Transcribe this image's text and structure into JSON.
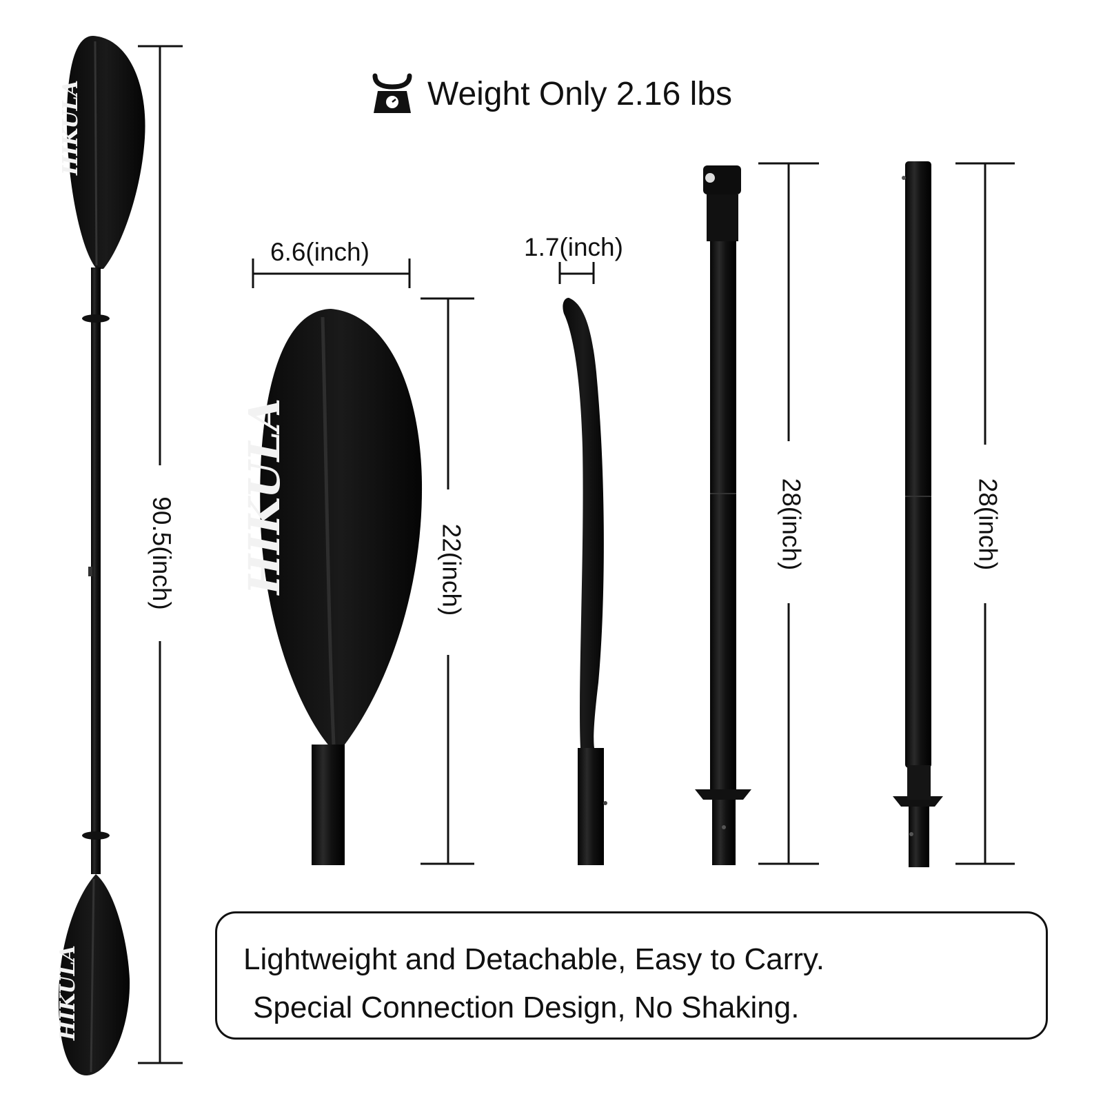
{
  "brand": "HIKULA",
  "weight_text": "Weight Only 2.16 lbs",
  "icons": {
    "weight": "scale-icon"
  },
  "dimensions": {
    "full_length": "90.5(inch)",
    "blade_width": "6.6(inch)",
    "blade_length": "22(inch)",
    "blade_thickness": "1.7(inch)",
    "shaft_section_1": "28(inch)",
    "shaft_section_2": "28(inch)"
  },
  "features": {
    "line1": "Lightweight and Detachable, Easy to Carry.",
    "line2": "Special Connection Design, No Shaking."
  },
  "colors": {
    "paddle": "#0d0d0d",
    "text": "#111111",
    "background": "#ffffff"
  }
}
